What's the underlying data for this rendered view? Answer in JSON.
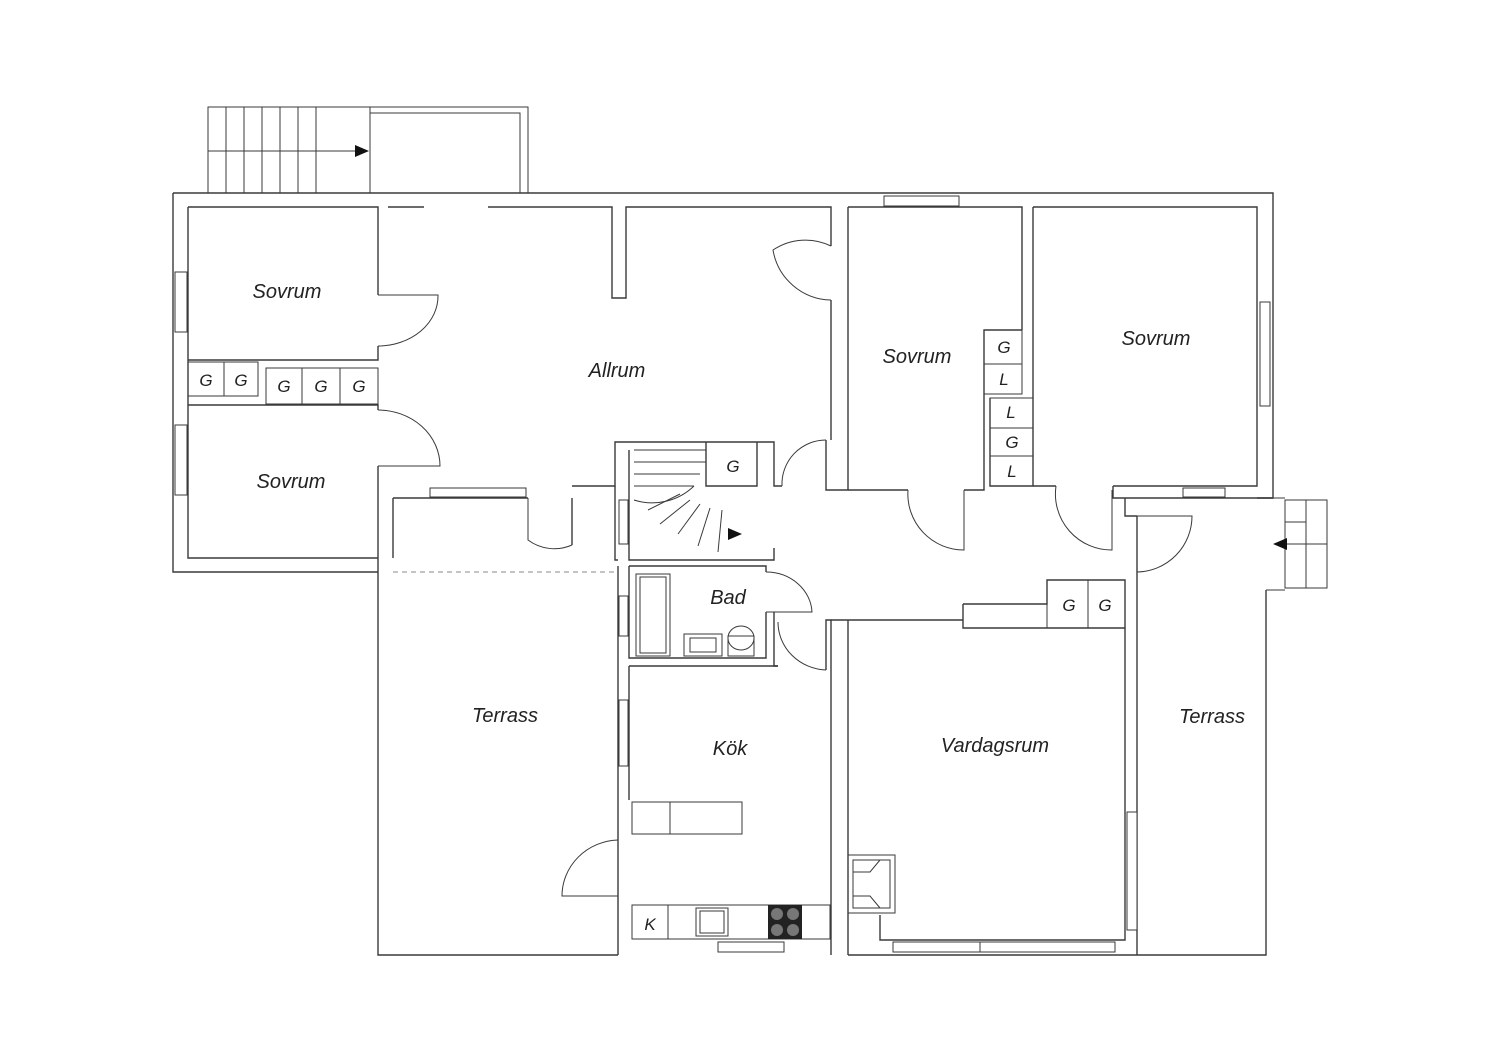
{
  "rooms": {
    "sovrum_nw_top": "Sovrum",
    "sovrum_nw_bottom": "Sovrum",
    "allrum": "Allrum",
    "sovrum_center": "Sovrum",
    "sovrum_east": "Sovrum",
    "bad": "Bad",
    "kok": "Kök",
    "vardagsrum": "Vardagsrum",
    "terrass_west": "Terrass",
    "terrass_east": "Terrass"
  },
  "storage": {
    "g": "G",
    "l": "L",
    "k": "K"
  },
  "colors": {
    "line": "#3a3a3a",
    "background": "#ffffff"
  }
}
